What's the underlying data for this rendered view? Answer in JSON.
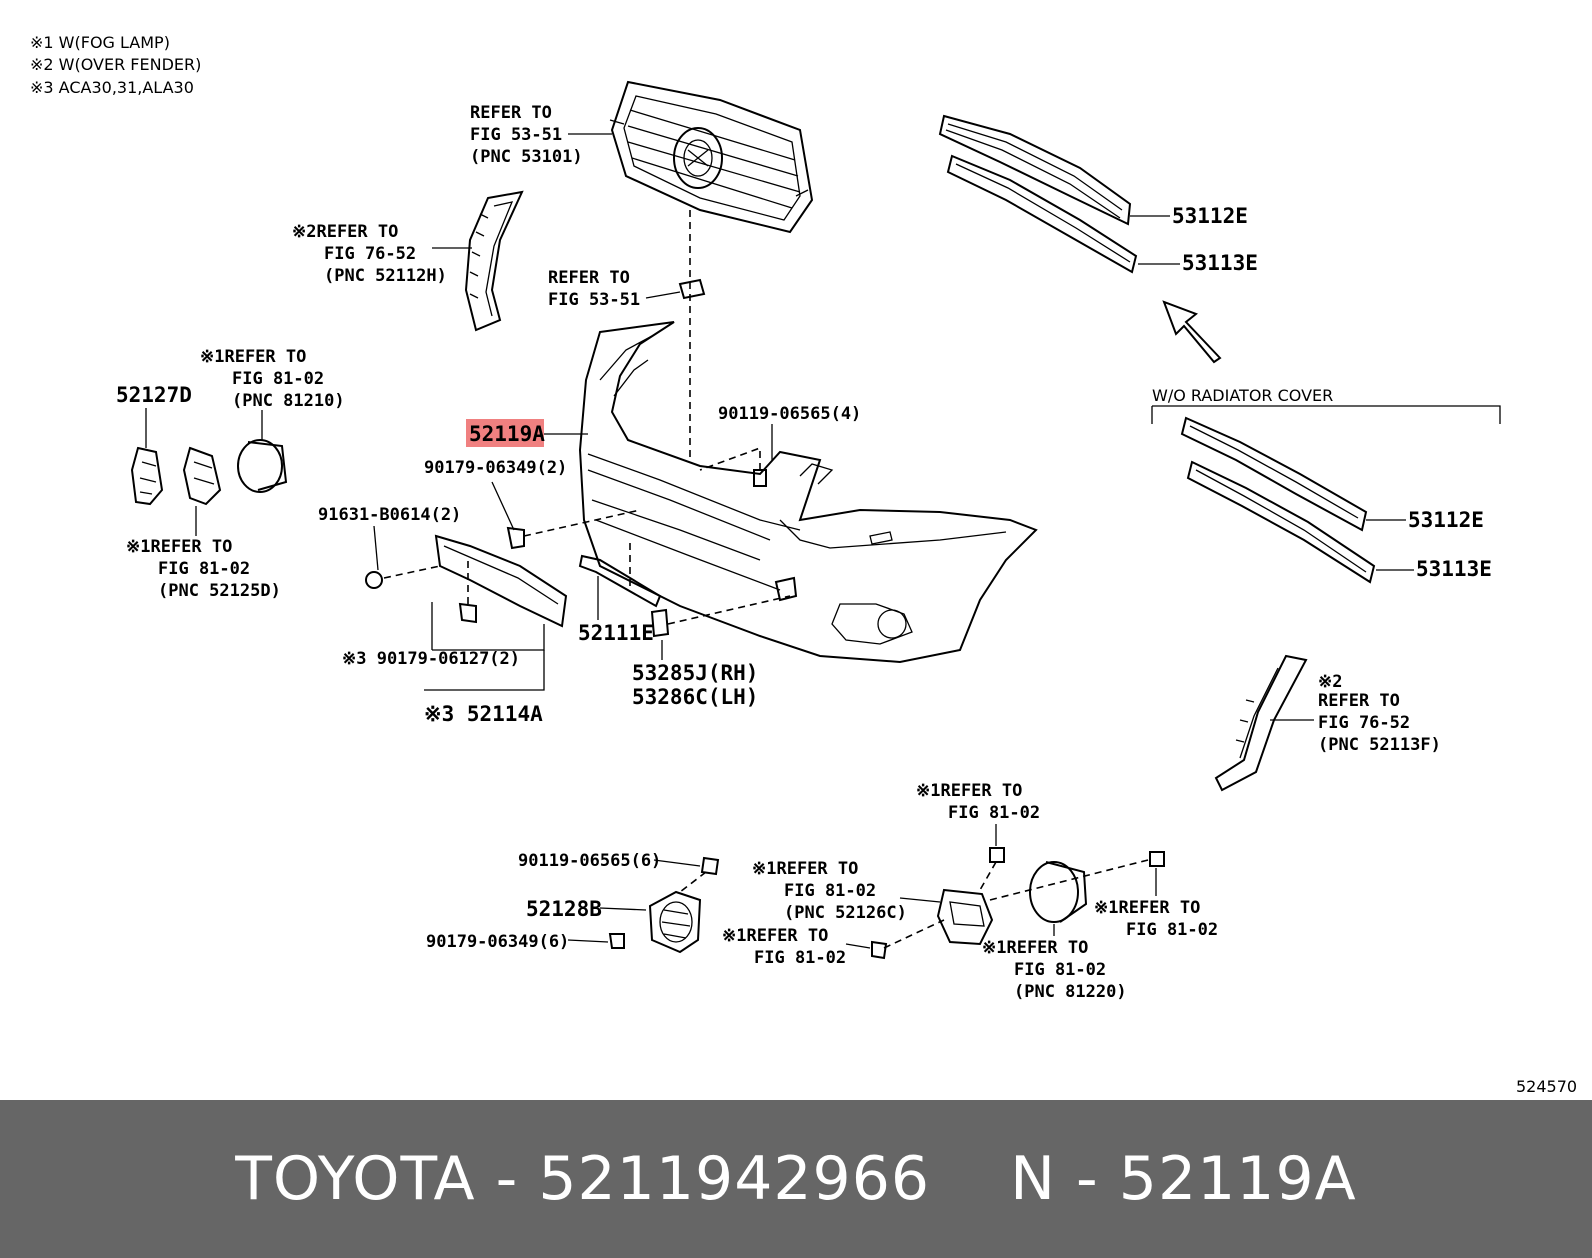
{
  "notes": [
    "※1 W(FOG LAMP)",
    "※2 W(OVER FENDER)",
    "※3 ACA30,31,ALA30"
  ],
  "labels": {
    "grille_ref": [
      "REFER TO",
      "FIG 53-51",
      "(PNC 53101)"
    ],
    "fender_ref": [
      "※2REFER TO",
      "FIG 76-52",
      "(PNC 52112H)"
    ],
    "clip_ref": [
      "REFER TO",
      "FIG 53-51"
    ],
    "p53112e_top": "53112E",
    "p53113e_top": "53113E",
    "wo_radiator": "W/O RADIATOR COVER",
    "p53112e_bot": "53112E",
    "p53113e_bot": "53113E",
    "p52127d": "52127D",
    "foglamp_ref": [
      "※1REFER TO",
      "FIG 81-02",
      "(PNC 81210)"
    ],
    "highlight": "52119A",
    "bolt_4": "90119-06565(4)",
    "clip_2": "90179-06349(2)",
    "bracket_ref": [
      "※1REFER TO",
      "FIG 81-02",
      "(PNC 52125D)"
    ],
    "screw_2": "91631-B0614(2)",
    "p52111e": "52111E",
    "p53285j": "53285J(RH)",
    "p53286c": "53286C(LH)",
    "clip_ref3": "※3 90179-06127(2)",
    "p52114a": "※3 52114A",
    "fender_rh_ref": [
      "※2",
      "REFER TO",
      "FIG 76-52",
      "(PNC 52113F)"
    ],
    "fog_ref_a": [
      "※1REFER TO",
      "FIG 81-02"
    ],
    "bolt_6": "90119-06565(6)",
    "cover_ref": [
      "※1REFER TO",
      "FIG 81-02",
      "(PNC 52126C)"
    ],
    "p52128b": "52128B",
    "clip_6": "90179-06349(6)",
    "fog_ref_b": [
      "※1REFER TO",
      "FIG 81-02"
    ],
    "fog_ref_c": [
      "※1REFER TO",
      "FIG 81-02"
    ],
    "fog_ref_d": [
      "※1REFER TO",
      "FIG 81-02",
      "(PNC 81220)"
    ],
    "diagram_id": "524570"
  },
  "highlight_color": "#f08080",
  "footer": {
    "brand": "TOYOTA",
    "sep1": "-",
    "part_number": "5211942966",
    "n_label": "N",
    "sep2": "-",
    "pnc": "52119A",
    "background": "#666666"
  }
}
